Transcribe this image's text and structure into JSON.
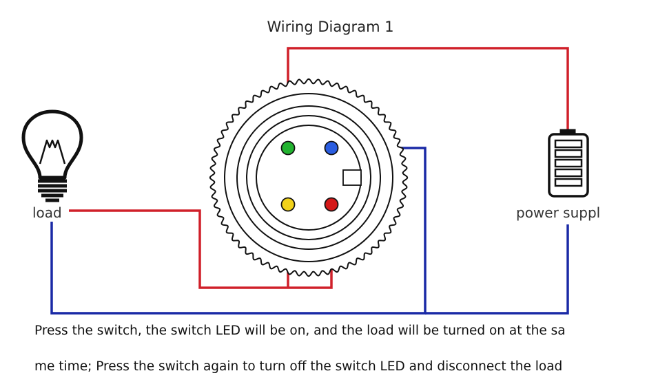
{
  "diagram": {
    "title": "Wiring Diagram 1",
    "load_label": "load",
    "power_label": "power suppl",
    "caption_line1": "Press the switch, the switch LED will be on, and the load will be turned on at the sa",
    "caption_line2": "me time; Press the switch again to turn off the switch LED and disconnect the load",
    "colors": {
      "wire_red": "#d0202a",
      "wire_blue": "#1a2aa6",
      "terminal_green": "#22b330",
      "terminal_blue": "#2a5de0",
      "terminal_yellow": "#f1d21a",
      "terminal_red": "#d41818",
      "line_black": "#111111"
    },
    "terminals": [
      {
        "name": "green-terminal",
        "color": "green"
      },
      {
        "name": "blue-terminal",
        "color": "blue"
      },
      {
        "name": "yellow-terminal",
        "color": "yellow"
      },
      {
        "name": "red-terminal",
        "color": "red"
      }
    ],
    "icons": [
      "light-bulb-icon",
      "battery-icon",
      "push-switch-icon"
    ]
  }
}
